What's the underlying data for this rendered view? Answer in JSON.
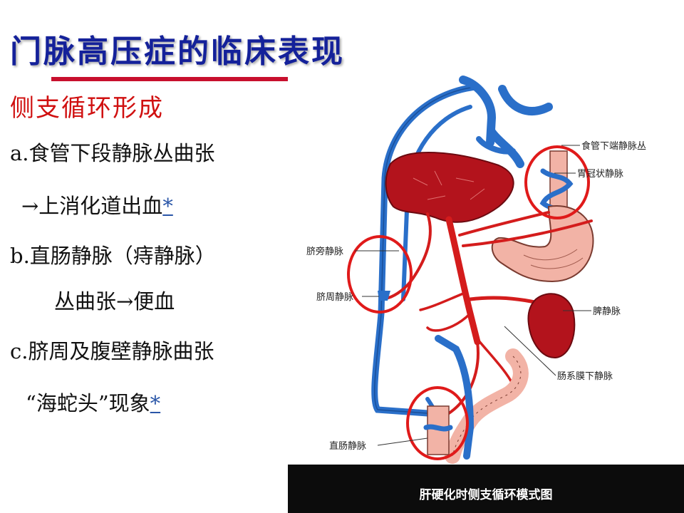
{
  "slide": {
    "title": "门脉高压症的临床表现",
    "subtitle": "侧支循环形成",
    "lines": [
      "a.食管下段静脉丛曲张",
      "→上消化道出血",
      "b.直肠静脉（痔静脉）",
      "丛曲张→便血",
      "c.脐周及腹壁静脉曲张",
      "“海蛇头”现象"
    ],
    "link_marker": "*",
    "colors": {
      "title": "#14219a",
      "accent": "#c8102e",
      "vein": "#2a6fc9",
      "artery": "#d41c1c",
      "liver": "#b3131c"
    }
  },
  "figure": {
    "labels": {
      "esophageal_plexus": "食管下端静脉丛",
      "coronary_vein": "胃冠状静脉",
      "paraumbilical_vein": "脐旁静脉",
      "periumbilical_vein": "脐周静脉",
      "splenic_vein": "脾静脉",
      "inferior_mesenteric_vein": "肠系膜下静脉",
      "rectal_vein": "直肠静脉"
    },
    "caption": "肝硬化时侧支循环模式图"
  }
}
